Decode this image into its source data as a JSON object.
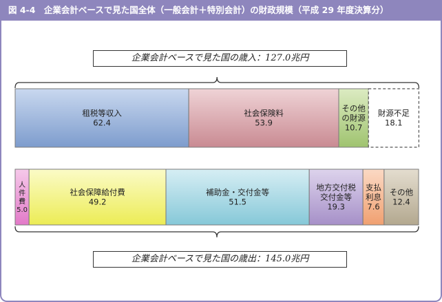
{
  "header": {
    "title": "図 4-4　企業会計ベースで見た国全体（一般会計＋特別会計）の財政規模（平成 29 年度決算分）"
  },
  "colors": {
    "header_bg": "#8e86bd",
    "frame": "#8e86bd"
  },
  "chart_data": {
    "type": "bar",
    "orientation": "horizontal-stacked",
    "unit": "兆円",
    "revenue": {
      "caption": "企業会計ベースで見た国の歳入：127.0兆円",
      "total": 127.0,
      "segments": [
        {
          "label_lines": [
            "租税等収入"
          ],
          "value": 62.4,
          "value_text": "62.4",
          "color_top": "#c9d8ef",
          "color_bottom": "#7d9ccd"
        },
        {
          "label_lines": [
            "社会保険料"
          ],
          "value": 53.9,
          "value_text": "53.9",
          "color_top": "#efd3d6",
          "color_bottom": "#c98a92"
        },
        {
          "label_lines": [
            "その他",
            "の財源"
          ],
          "value": 10.7,
          "value_text": "10.7",
          "color_top": "#dcebc2",
          "color_bottom": "#9fc36f"
        },
        {
          "label_lines": [
            "財源不足"
          ],
          "value": 18.1,
          "value_text": "18.1",
          "color_top": "#ffffff",
          "color_bottom": "#ffffff",
          "dashed": true
        }
      ]
    },
    "expenditure": {
      "caption": "企業会計ベースで見た国の歳出：145.0兆円",
      "total": 145.0,
      "segments": [
        {
          "label_lines": [
            "人",
            "件",
            "費"
          ],
          "value": 5.0,
          "value_text": "5.0",
          "color_top": "#f6c9ea",
          "color_bottom": "#e27ac8",
          "vertical": true
        },
        {
          "label_lines": [
            "社会保障給付費"
          ],
          "value": 49.2,
          "value_text": "49.2",
          "color_top": "#fbfbc7",
          "color_bottom": "#ecec55"
        },
        {
          "label_lines": [
            "補助金・交付金等"
          ],
          "value": 51.5,
          "value_text": "51.5",
          "color_top": "#d6eef4",
          "color_bottom": "#86c8d8"
        },
        {
          "label_lines": [
            "地方交付税",
            "交付金等"
          ],
          "value": 19.3,
          "value_text": "19.3",
          "color_top": "#ddd3ec",
          "color_bottom": "#a690c8"
        },
        {
          "label_lines": [
            "支払",
            "利息"
          ],
          "value": 7.6,
          "value_text": "7.6",
          "color_top": "#fbd9c4",
          "color_bottom": "#f0a070"
        },
        {
          "label_lines": [
            "その他"
          ],
          "value": 12.4,
          "value_text": "12.4",
          "color_top": "#e4ddcf",
          "color_bottom": "#b3a88f"
        }
      ]
    }
  }
}
